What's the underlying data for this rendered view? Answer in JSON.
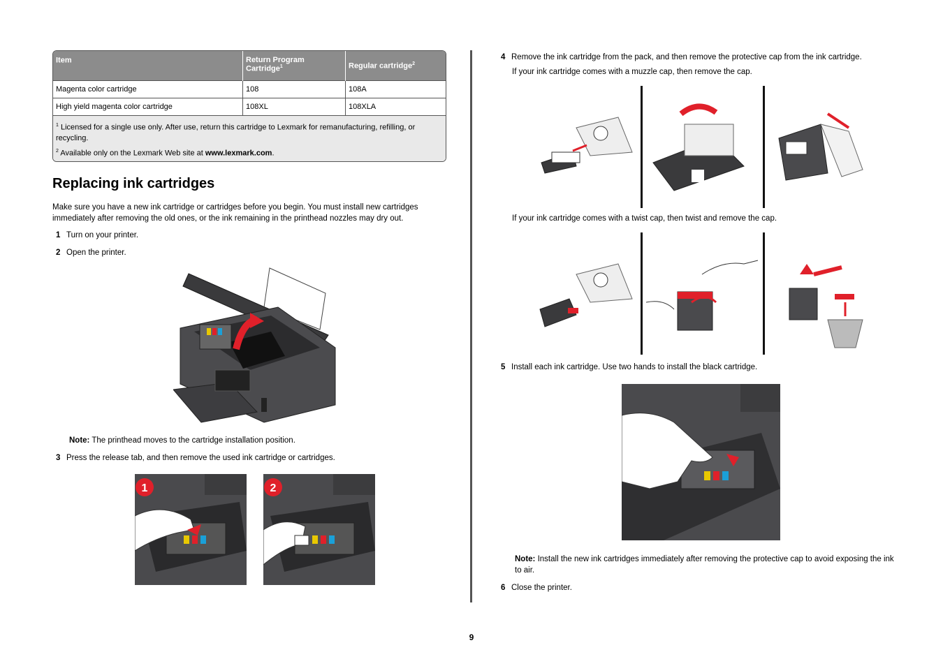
{
  "table": {
    "headers": [
      "Item",
      "Return Program Cartridge",
      "Regular cartridge"
    ],
    "header_sup": [
      "",
      "1",
      "2"
    ],
    "rows": [
      [
        "Magenta color cartridge",
        "108",
        "108A"
      ],
      [
        "High yield magenta color cartridge",
        "108XL",
        "108XLA"
      ]
    ],
    "footnote1_sup": "1",
    "footnote1": "Licensed for a single use only. After use, return this cartridge to Lexmark for remanufacturing, refilling, or recycling.",
    "footnote2_sup": "2",
    "footnote2_pre": "Available only on the Lexmark Web site at",
    "footnote2_link": "www.lexmark.com",
    "footnote2_post": "."
  },
  "section_title": "Replacing ink cartridges",
  "intro": "Make sure you have a new ink cartridge or cartridges before you begin. You must install new cartridges immediately after removing the old ones, or the ink remaining in the printhead nozzles may dry out.",
  "steps": {
    "s1_num": "1",
    "s1": "Turn on your printer.",
    "s2_num": "2",
    "s2": "Open the printer.",
    "s3_num": "3",
    "s3": "Press the release tab, and then remove the used ink cartridge or cartridges.",
    "s4_num": "4",
    "s4": "Remove the ink cartridge from the pack, and then remove the protective cap from the ink cartridge.",
    "s4_muzzle": "If your ink cartridge comes with a muzzle cap, then remove the cap.",
    "s4_twist": "If your ink cartridge comes with a twist cap, then twist and remove the cap.",
    "s5_num": "5",
    "s5": "Install each ink cartridge. Use two hands to install the black cartridge.",
    "s6_num": "6",
    "s6": "Close the printer."
  },
  "note1_label": "Note:",
  "note1": "The printhead moves to the cartridge installation position.",
  "note2_label": "Note:",
  "note2": "Install the new ink cartridges immediately after removing the protective cap to avoid exposing the ink to air.",
  "figure_badges": [
    "1",
    "2"
  ],
  "page_number": "9",
  "colors": {
    "accent_red": "#e0202a",
    "header_gray": "#8c8c8c",
    "footnote_bg": "#e9e9e9"
  }
}
